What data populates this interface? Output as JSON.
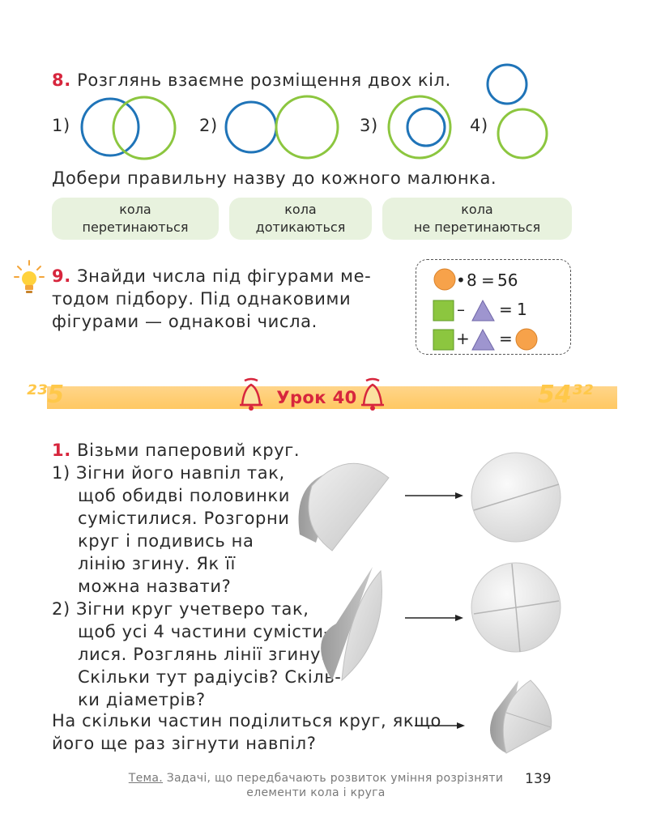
{
  "task8": {
    "number": "8.",
    "prompt": "Розглянь взаємне розміщення двох кіл.",
    "labels": [
      "1)",
      "2)",
      "3)",
      "4)"
    ],
    "instruction": "Добери правильну назву до кожного малюнка.",
    "options": [
      {
        "line1": "кола",
        "line2": "перетинаються"
      },
      {
        "line1": "кола",
        "line2": "дотикаються"
      },
      {
        "line1": "кола",
        "line2": "не перетинаються"
      }
    ],
    "colors": {
      "blue": "#1f74b8",
      "green": "#8cc63f",
      "pill": "#e8f2de"
    }
  },
  "task9": {
    "number": "9.",
    "lines": [
      "Знайди числа під фігурами ме-",
      "тодом підбору. Під однаковими",
      "фігурами — однакові числа."
    ],
    "equations": {
      "eq1_mult": "•",
      "eq1_factor": "8",
      "eq1_equals": "=",
      "eq1_result": "56",
      "eq2_minus": "–",
      "eq2_equals": "=",
      "eq2_result": "1",
      "eq3_plus": "+",
      "eq3_equals": "="
    },
    "colors": {
      "circle": "#f7a24a",
      "square": "#8cc63f",
      "triangle": "#9e95cf"
    }
  },
  "lesson": {
    "title": "Урок 40",
    "deco_left": "²³5",
    "deco_right": "54³²"
  },
  "task1": {
    "number": "1.",
    "intro": "Візьми паперовий круг.",
    "part1": [
      "1) Зігни його навпіл так,",
      "щоб обидві половинки",
      "сумістилися. Розгорни",
      "круг і подивись на",
      "лінію згину. Як її",
      "можна назвати?"
    ],
    "part2": [
      "2) Зігни круг учетверо так,",
      "щоб усі 4 частини сумісти-",
      "лися. Розглянь лінії згину.",
      "Скільки тут радіусів? Скіль-",
      "ки діаметрів?"
    ],
    "question": [
      "На скільки частин поділиться круг, якщо",
      "його ще раз зігнути навпіл?"
    ]
  },
  "footer": {
    "label": "Тема.",
    "line1": "Задачі, що передбачають розвиток уміння розрізняти",
    "line2": "елементи кола і круга",
    "page": "139"
  }
}
